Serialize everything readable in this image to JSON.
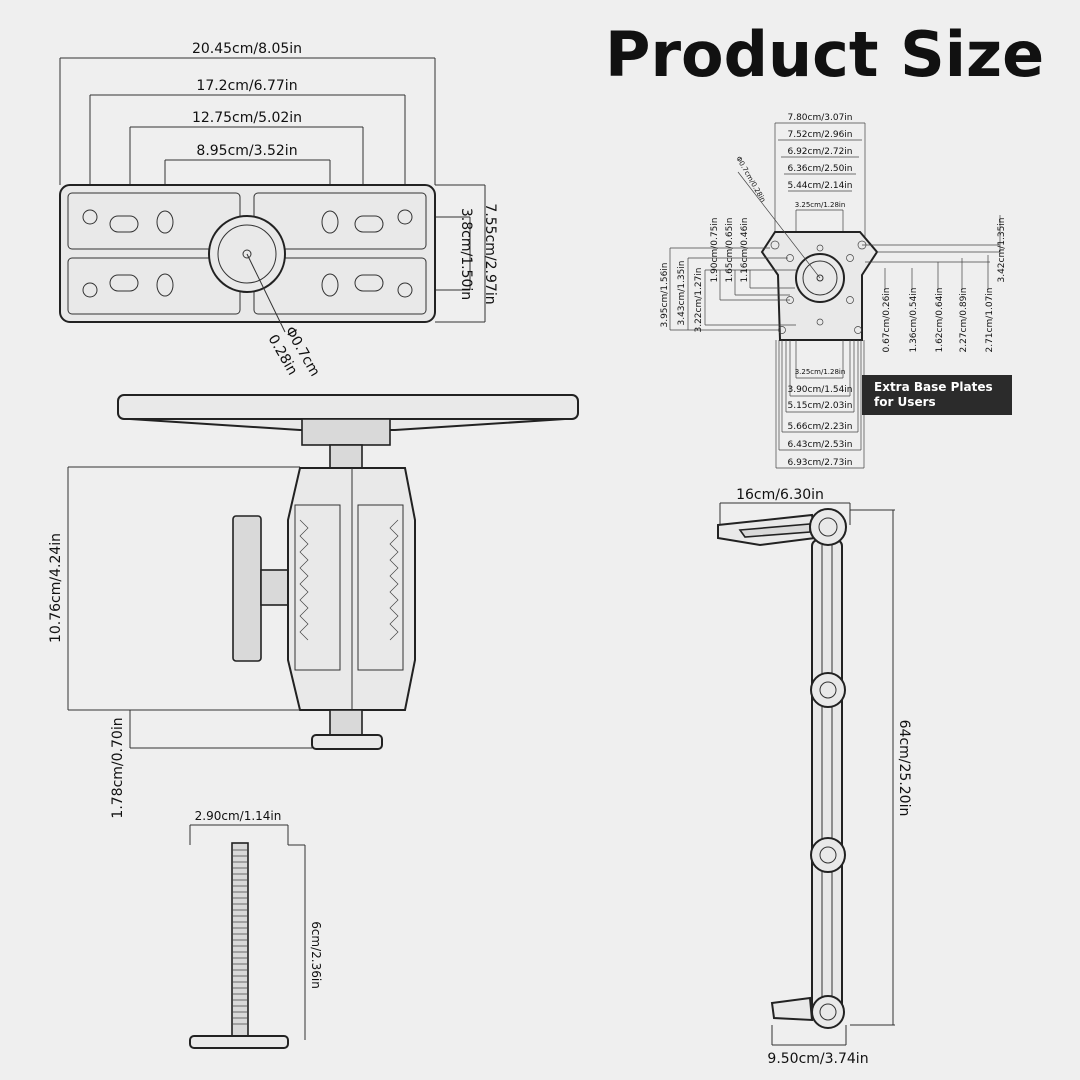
{
  "title": "Product Size",
  "badge": {
    "line1": "Extra Base Plates",
    "line2": "for Users"
  },
  "base_plate": {
    "width_total": "20.45cm/8.05in",
    "width_holes_outer": "17.2cm/6.77in",
    "width_slots": "12.75cm/5.02in",
    "width_holes_inner": "8.95cm/3.52in",
    "height_total": "7.55cm/2.97in",
    "height_holes": "3.8cm/1.50in",
    "center_hole_a": "Φ0.7cm",
    "center_hole_b": "0.28in"
  },
  "mount": {
    "height": "10.76cm/4.24in",
    "base_offset": "1.78cm/0.70in"
  },
  "bolt": {
    "head_width": "2.90cm/1.14in",
    "length": "6cm/2.36in"
  },
  "small_plate": {
    "top": [
      "7.80cm/3.07in",
      "7.52cm/2.96in",
      "6.92cm/2.72in",
      "6.36cm/2.50in",
      "5.44cm/2.14in",
      "3.25cm/1.28in"
    ],
    "hole": "Φ0.7cm/0.28in",
    "left": [
      "3.95cm/1.56in",
      "3.43cm/1.35in",
      "3.22cm/1.27in",
      "1.90cm/0.75in",
      "1.65cm/0.65in",
      "1.16cm/0.46in"
    ],
    "right_top": "3.42cm/1.35in",
    "right": [
      "0.67cm/0.26in",
      "1.36cm/0.54in",
      "1.62cm/0.64in",
      "2.27cm/0.89in",
      "2.71cm/1.07in"
    ],
    "bottom": [
      "3.25cm/1.28in",
      "3.90cm/1.54in",
      "5.15cm/2.03in",
      "5.66cm/2.23in",
      "6.43cm/2.53in",
      "6.93cm/2.73in"
    ]
  },
  "arm": {
    "top_width": "16cm/6.30in",
    "height": "64cm/25.20in",
    "bottom_width": "9.50cm/3.74in"
  }
}
